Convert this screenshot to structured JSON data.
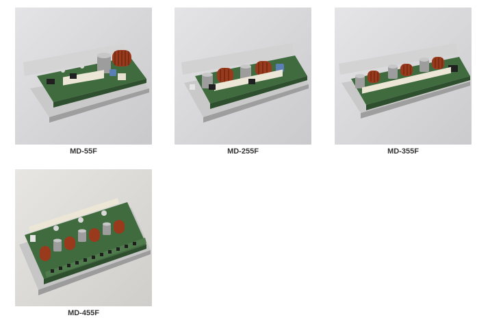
{
  "products": [
    {
      "model": "MD-55F"
    },
    {
      "model": "MD-255F"
    },
    {
      "model": "MD-355F"
    },
    {
      "model": "MD-455F"
    }
  ],
  "colors": {
    "background": "#ffffff",
    "caption": "#333333",
    "photo_backdrop": "#d9d9db",
    "pcb": "#3f6b3e",
    "inductor": "#9a3a1c",
    "capacitor": "#b8b8b8",
    "connector": "#ece6d6",
    "heatsink": "#cfcfcf"
  }
}
